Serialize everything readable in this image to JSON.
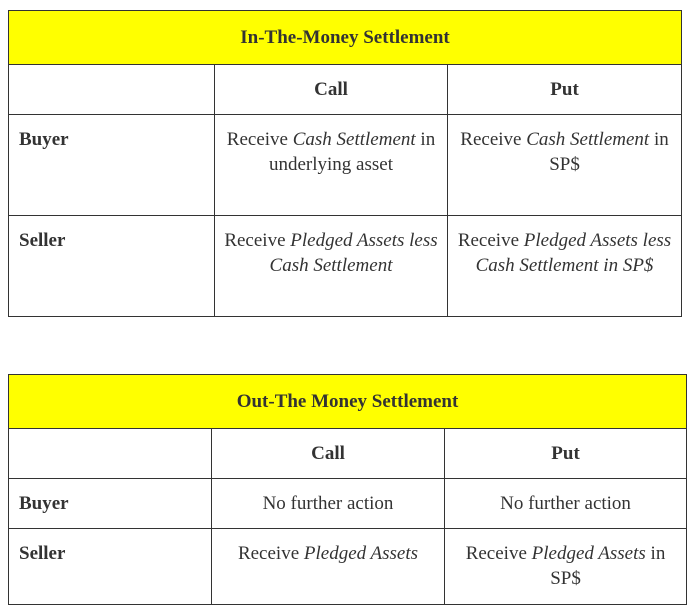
{
  "itm": {
    "title": "In-The-Money Settlement",
    "col_call": "Call",
    "col_put": "Put",
    "buyer_label": "Buyer",
    "seller_label": "Seller",
    "buyer_call": {
      "pre": "Receive ",
      "em": "Cash Settlement",
      "post": " in underlying asset"
    },
    "buyer_put": {
      "pre": "Receive ",
      "em": "Cash Settlement",
      "post": " in SP$"
    },
    "seller_call": {
      "pre": "Receive ",
      "em": "Pledged Assets less Cash Settlement",
      "post": ""
    },
    "seller_put": {
      "pre": "Receive ",
      "em": "Pledged Assets less Cash Settlement in SP$",
      "post": ""
    }
  },
  "otm": {
    "title": "Out-The Money Settlement",
    "col_call": "Call",
    "col_put": "Put",
    "buyer_label": "Buyer",
    "seller_label": "Seller",
    "buyer_call": "No further action",
    "buyer_put": "No further action",
    "seller_call": {
      "pre": "Receive ",
      "em": "Pledged Assets",
      "post": ""
    },
    "seller_put": {
      "pre": "Receive ",
      "em": "Pledged Assets",
      "post": " in SP$"
    }
  },
  "colors": {
    "title_bg": "#ffff00",
    "border": "#333333",
    "text": "#333333"
  }
}
